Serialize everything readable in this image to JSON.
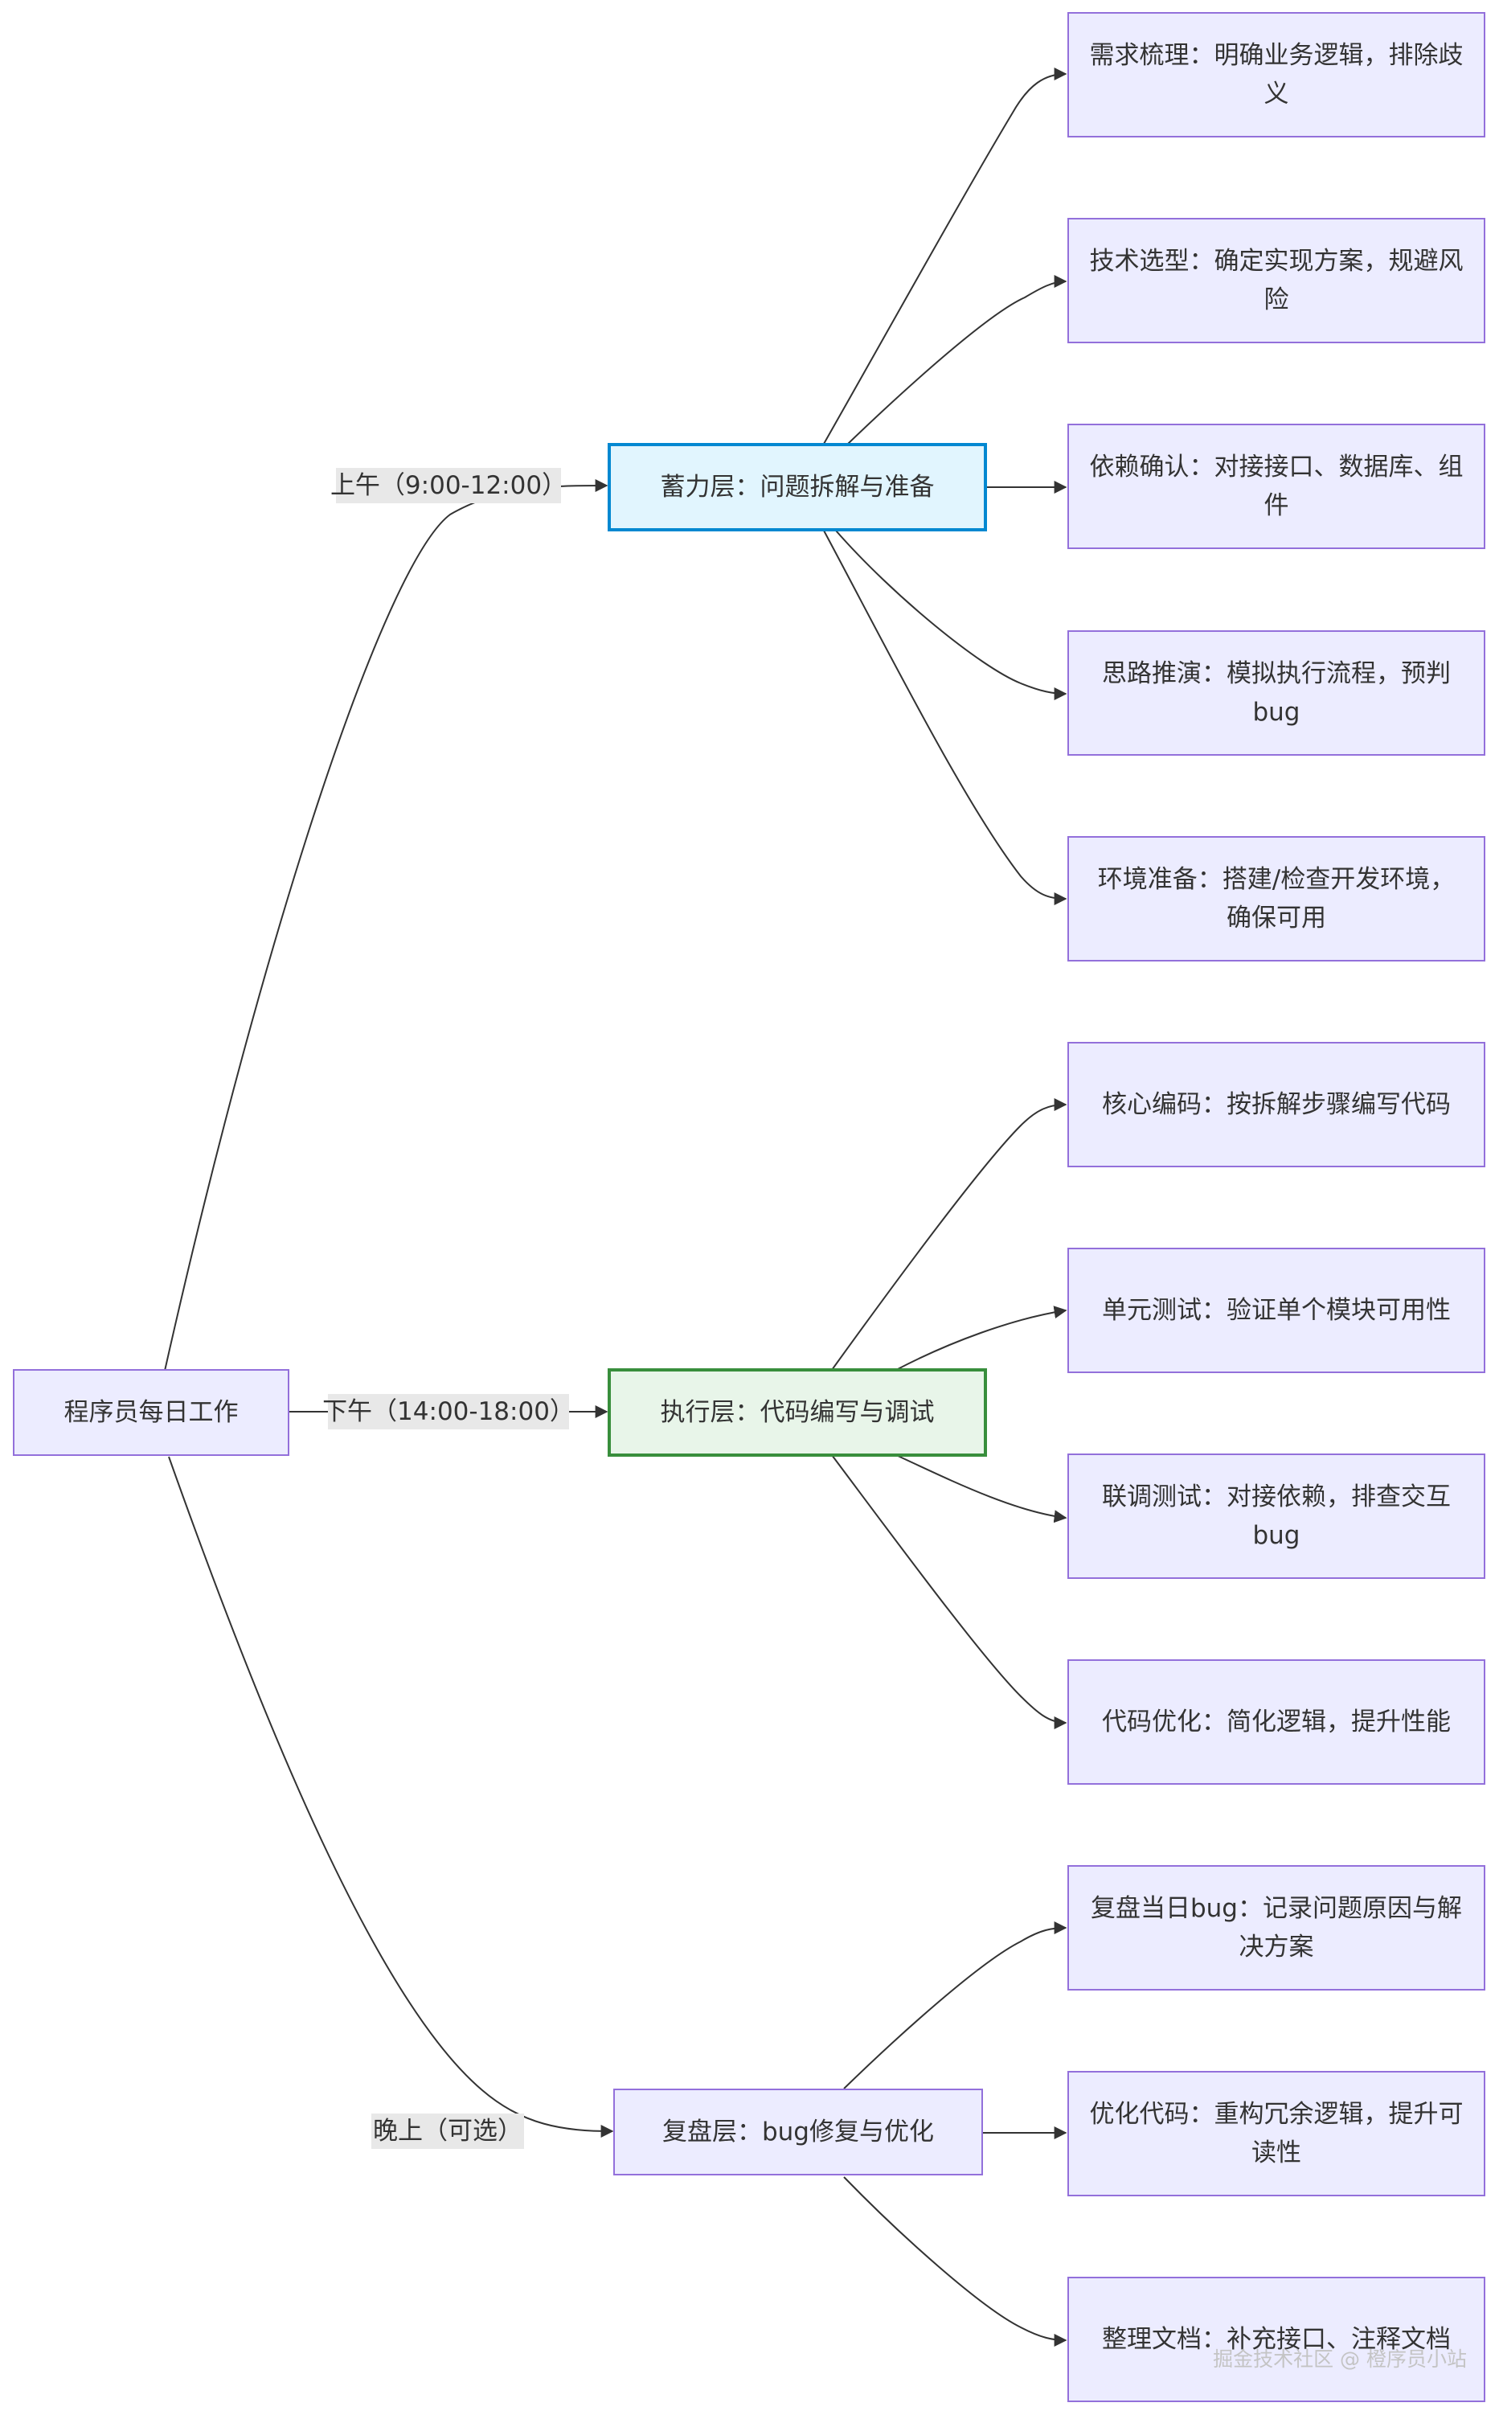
{
  "root": {
    "label": "程序员每日工作"
  },
  "branches": [
    {
      "edge_label": "上午（9:00-12:00）",
      "layer": "蓄力层：问题拆解与准备",
      "items": [
        "需求梳理：明确业务逻辑，排除歧义",
        "技术选型：确定实现方案，规避风险",
        "依赖确认：对接接口、数据库、组件",
        "思路推演：模拟执行流程，预判bug",
        "环境准备：搭建/检查开发环境，确保可用"
      ]
    },
    {
      "edge_label": "下午（14:00-18:00）",
      "layer": "执行层：代码编写与调试",
      "items": [
        "核心编码：按拆解步骤编写代码",
        "单元测试：验证单个模块可用性",
        "联调测试：对接依赖，排查交互bug",
        "代码优化：简化逻辑，提升性能"
      ]
    },
    {
      "edge_label": "晚上（可选）",
      "layer": "复盘层：bug修复与优化",
      "items": [
        "复盘当日bug：记录问题原因与解决方案",
        "优化代码：重构冗余逻辑，提升可读性",
        "整理文档：补充接口、注释文档"
      ]
    }
  ],
  "colors": {
    "line": "#333333",
    "leaf_fill": "#ECECFF",
    "leaf_border": "#9370DB",
    "layer1_fill": "#E1F5FE",
    "layer1_border": "#0288D1",
    "layer2_fill": "#E8F5E9",
    "layer2_border": "#388E3C"
  },
  "watermark": "掘金技术社区 @ 橙序员小站"
}
